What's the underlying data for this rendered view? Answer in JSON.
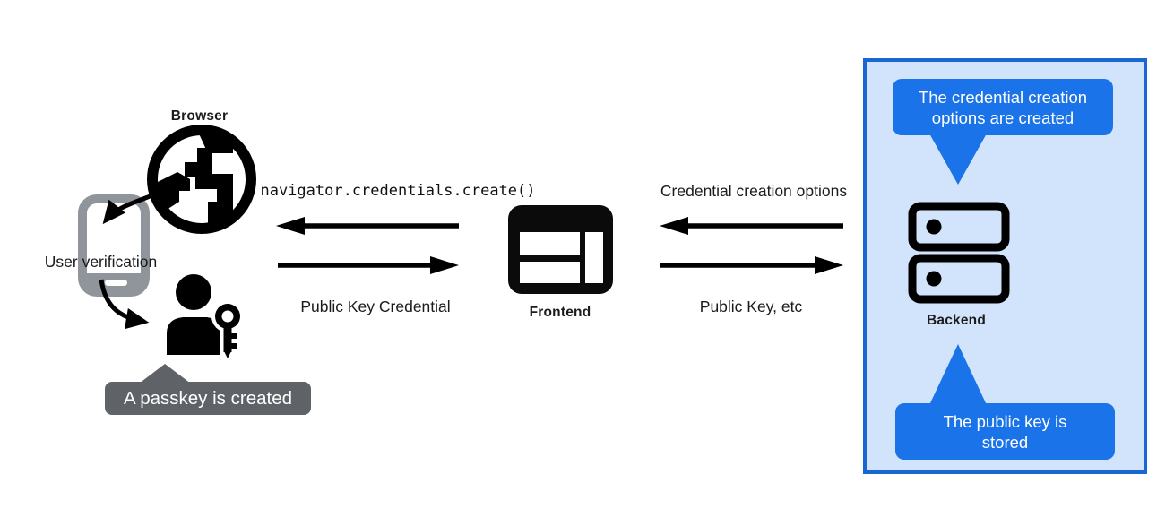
{
  "browser": {
    "label": "Browser",
    "verification_label": "User verification",
    "tooltip": "A passkey is created"
  },
  "frontend": {
    "label": "Frontend"
  },
  "backend": {
    "label": "Backend",
    "bubble_top": "The credential creation options are created",
    "bubble_bottom": "The public key is stored"
  },
  "arrows": {
    "frontend_to_browser": "navigator.credentials.create()",
    "browser_to_frontend": "Public Key Credential",
    "backend_to_frontend": "Credential creation options",
    "frontend_to_backend": "Public Key, etc"
  },
  "icons": {
    "browser": "globe-icon",
    "user_verification": "phone-icon",
    "passkey_user": "user-key-icon",
    "frontend": "browser-window-icon",
    "backend": "server-stack-icon"
  },
  "colors": {
    "bubble_blue": "#1a73e8",
    "panel_fill": "#d2e3fc",
    "panel_border": "#1967d2",
    "tooltip_gray": "#5f6368",
    "phone_gray": "#8f959b",
    "ink": "#000000"
  }
}
